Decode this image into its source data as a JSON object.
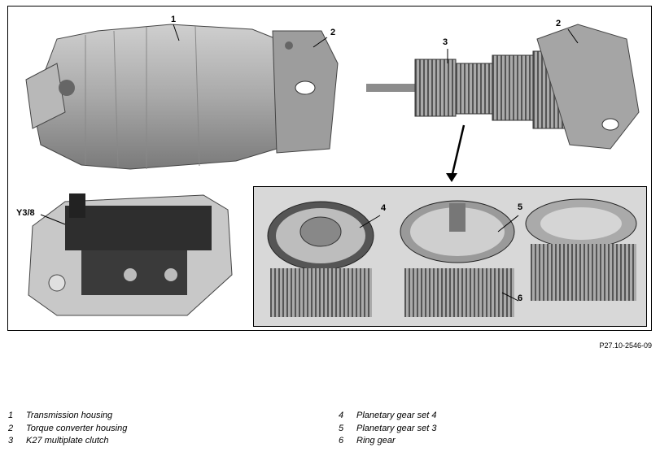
{
  "callouts": {
    "c1": "1",
    "c2a": "2",
    "c2b": "2",
    "c3": "3",
    "c4": "4",
    "c5": "5",
    "c6": "6",
    "y38": "Y3/8"
  },
  "figure_code": "P27.10-2546-09",
  "legend_left": [
    {
      "num": "1",
      "text": "Transmission housing"
    },
    {
      "num": "2",
      "text": "Torque converter housing"
    },
    {
      "num": "3",
      "text": "K27 multiplate clutch"
    }
  ],
  "legend_right": [
    {
      "num": "4",
      "text": "Planetary gear set 4"
    },
    {
      "num": "5",
      "text": "Planetary gear set 3"
    },
    {
      "num": "6",
      "text": "Ring gear"
    }
  ]
}
